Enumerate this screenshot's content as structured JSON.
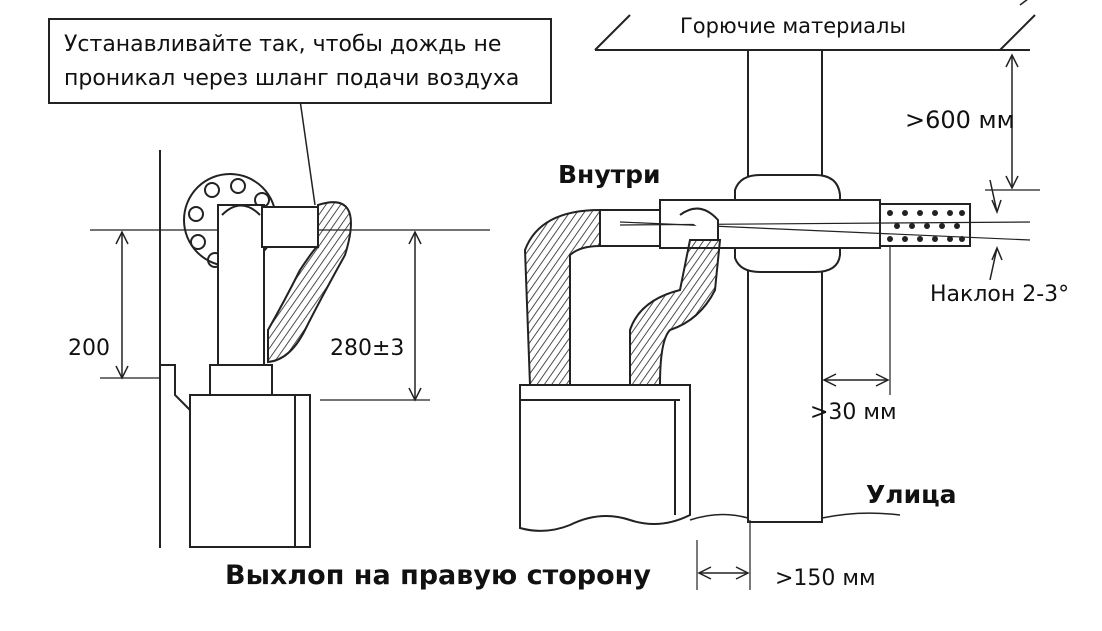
{
  "callout": {
    "line1": "Устанавливайте так, чтобы дождь не",
    "line2": "проникал через шланг подачи воздуха"
  },
  "labels": {
    "combustible": "Горючие материалы",
    "clearance_top": ">600 мм",
    "inside": "Внутри",
    "slope": "Наклон 2-3°",
    "dim_200": "200",
    "dim_280": "280±3",
    "clearance_side": ">30 мм",
    "outside": "Улица",
    "clearance_wall": ">150 мм"
  },
  "title": "Выхлоп на правую сторону"
}
